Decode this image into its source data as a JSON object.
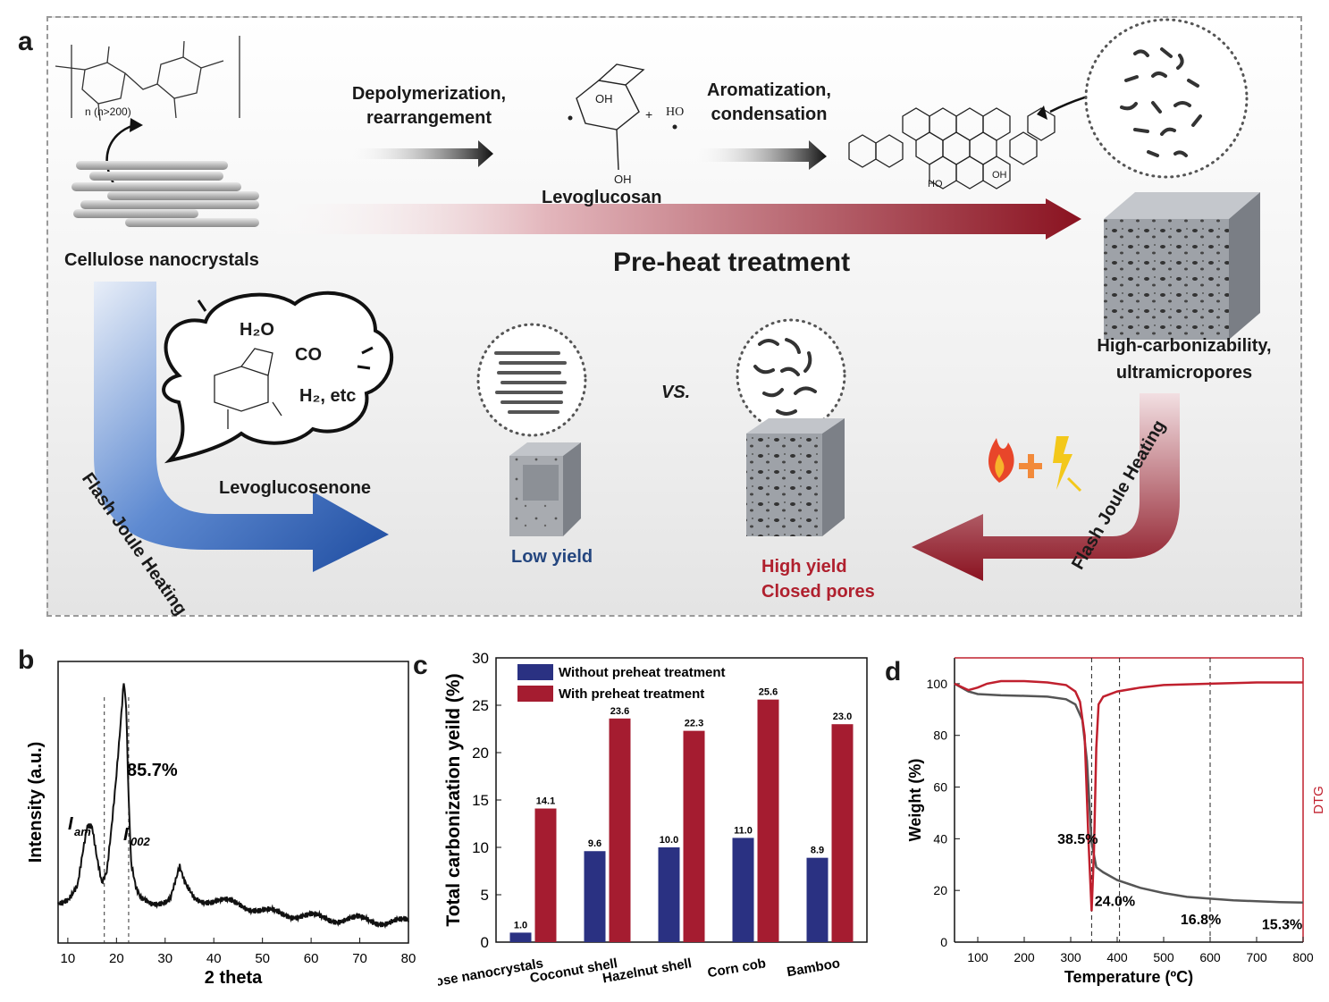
{
  "panel_a": {
    "label": "a",
    "cellulose_formula_n": "n (n>200)",
    "cellulose_label": "Cellulose  nanocrystals",
    "step1": "Depolymerization,\nrearrangement",
    "step2": "Aromatization,\ncondensation",
    "levoglucosan": "Levoglucosan",
    "preheat": "Pre-heat treatment",
    "high_carb": "High-carbonizability,\nultramicropores",
    "gas_h2o": "H₂O",
    "gas_co": "CO",
    "gas_h2": "H₂, etc",
    "levoglucosenone": "Levoglucosenone",
    "fjh_left": "Flash Joule Heating",
    "fjh_right": "Flash Joule Heating",
    "vs": "VS.",
    "low_yield": "Low yield",
    "high_yield": "High yield\nClosed pores",
    "chem_oh": "OH",
    "chem_ho": "HO",
    "chem_plus": "+"
  },
  "panel_b": {
    "label": "b",
    "chart_data": {
      "type": "line",
      "xlabel": "2 theta",
      "ylabel": "Intensity (a.u.)",
      "xlim": [
        8,
        80
      ],
      "xticks": [
        "10",
        "20",
        "30",
        "40",
        "50",
        "60",
        "70",
        "80"
      ],
      "annotations": [
        "85.7%",
        "I",
        "am",
        "I",
        "002"
      ],
      "dashed_x": [
        17.5,
        22.5
      ],
      "x": [
        8,
        10,
        12,
        13,
        14,
        15,
        16,
        17,
        18,
        19,
        20,
        21,
        21.5,
        22,
        22.5,
        23,
        24,
        25,
        27,
        29,
        31,
        33,
        34,
        36,
        40,
        45,
        50,
        55,
        60,
        65,
        70,
        75,
        80
      ],
      "y": [
        0.14,
        0.17,
        0.23,
        0.34,
        0.44,
        0.43,
        0.31,
        0.22,
        0.27,
        0.45,
        0.65,
        0.88,
        1.0,
        0.9,
        0.55,
        0.3,
        0.2,
        0.16,
        0.15,
        0.16,
        0.17,
        0.28,
        0.22,
        0.17,
        0.16,
        0.15,
        0.12,
        0.11,
        0.1,
        0.09,
        0.09,
        0.08,
        0.08
      ]
    }
  },
  "panel_c": {
    "label": "c",
    "chart_data": {
      "type": "bar",
      "categories": [
        "Cellulose nanocrystals",
        "Coconut shell",
        "Hazelnut shell",
        "Corn cob",
        "Bamboo"
      ],
      "series": [
        {
          "name": "Without preheat treatment",
          "values": [
            1.0,
            9.6,
            10.0,
            11.0,
            8.9
          ],
          "color": "#2a3182"
        },
        {
          "name": "With preheat treatment",
          "values": [
            14.1,
            23.6,
            22.3,
            25.6,
            23.0
          ],
          "color": "#a51c30"
        }
      ],
      "ylabel": "Total carbonization yeild (%)",
      "ylim": [
        0,
        30
      ],
      "yticks": [
        "0",
        "5",
        "10",
        "15",
        "20",
        "25",
        "30"
      ],
      "legend": "top-left"
    }
  },
  "panel_d": {
    "label": "d",
    "chart_data": {
      "type": "line",
      "xlabel": "Temperature (ºC)",
      "ylabel": "Weight (%)",
      "ylabel_right": "DTG",
      "xlim": [
        50,
        800
      ],
      "ylim": [
        0,
        110
      ],
      "xticks": [
        "100",
        "200",
        "300",
        "400",
        "500",
        "600",
        "700",
        "800"
      ],
      "yticks": [
        "0",
        "20",
        "40",
        "60",
        "80",
        "100"
      ],
      "dashed_x": [
        345,
        405,
        600
      ],
      "annotations": [
        "38.5%",
        "24.0%",
        "16.8%",
        "15.3%"
      ],
      "series": [
        {
          "name": "Weight",
          "color": "#555555",
          "x": [
            50,
            80,
            100,
            150,
            200,
            250,
            290,
            310,
            325,
            335,
            345,
            355,
            370,
            400,
            450,
            500,
            550,
            600,
            650,
            700,
            750,
            800
          ],
          "y": [
            100,
            97,
            96,
            95.5,
            95.3,
            95,
            94,
            92,
            86,
            70,
            38.5,
            29,
            27,
            24,
            21,
            19,
            17.5,
            16.8,
            16.2,
            15.8,
            15.5,
            15.3
          ]
        },
        {
          "name": "DTG",
          "color": "#c0202e",
          "x": [
            50,
            80,
            100,
            120,
            150,
            200,
            250,
            290,
            310,
            320,
            330,
            338,
            345,
            350,
            355,
            360,
            370,
            400,
            450,
            500,
            600,
            700,
            800
          ],
          "y": [
            100,
            97.5,
            98.5,
            100,
            101,
            101,
            100.5,
            99.5,
            97,
            93,
            80,
            40,
            12,
            35,
            75,
            92,
            95,
            97,
            98.5,
            99.5,
            100,
            100.5,
            100.5
          ]
        }
      ]
    }
  }
}
